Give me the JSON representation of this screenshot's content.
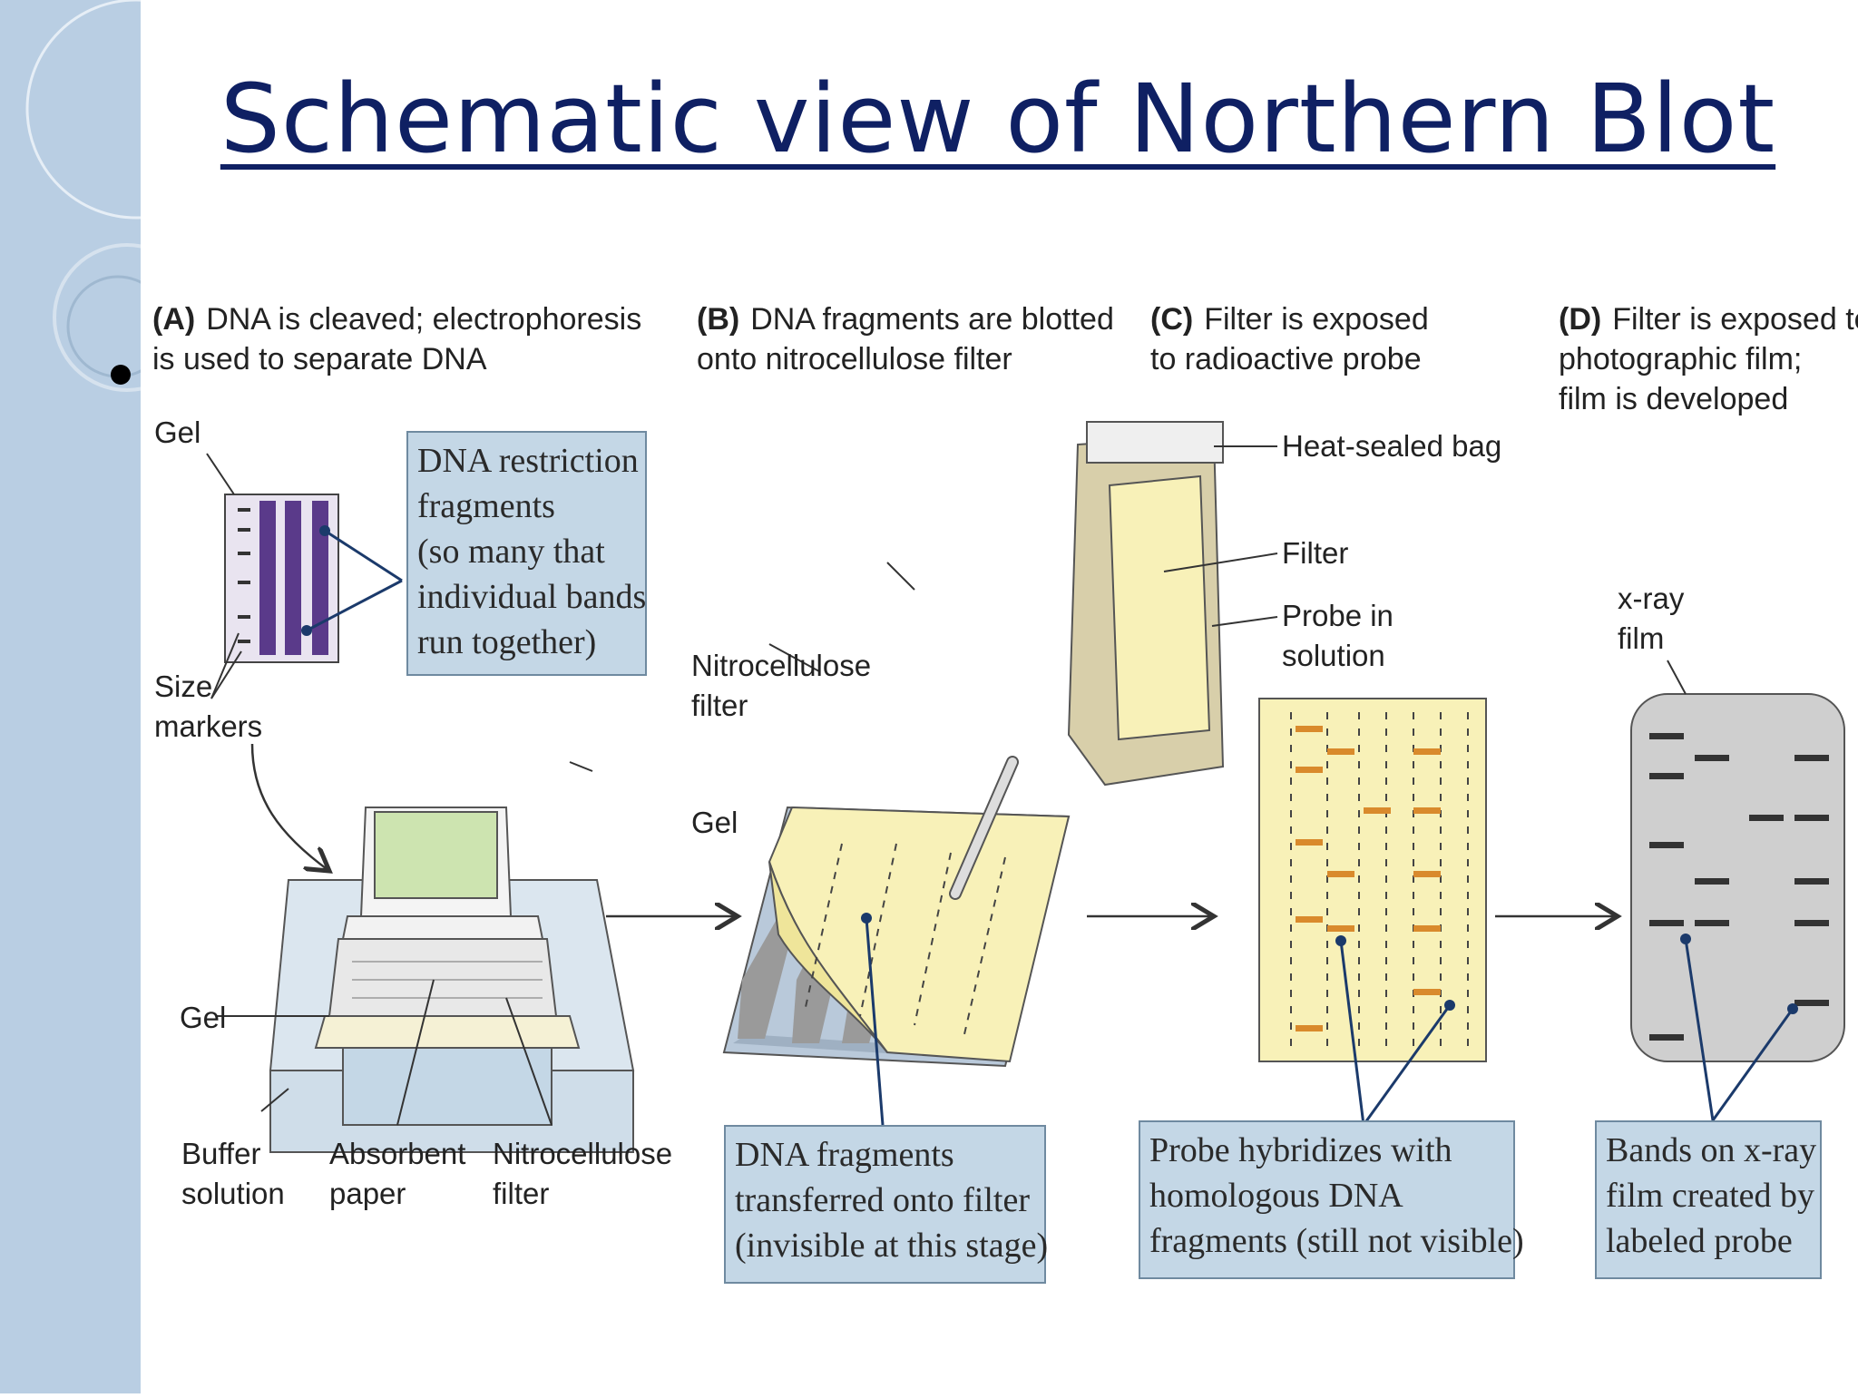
{
  "slide": {
    "title": "Schematic view of Northern Blot"
  },
  "steps": [
    {
      "letter": "(A)",
      "text": "DNA is cleaved; electrophoresis\nis used to separate DNA"
    },
    {
      "letter": "(B)",
      "text": "DNA fragments are blotted\nonto nitrocellulose filter"
    },
    {
      "letter": "(C)",
      "text": "Filter is exposed\nto radioactive probe"
    },
    {
      "letter": "(D)",
      "text": "Filter is exposed to\nphotographic film;\nfilm is developed"
    }
  ],
  "labels": {
    "gel_top": "Gel",
    "size_markers": "Size\nmarkers",
    "gel_stack": "Gel",
    "buffer": "Buffer\nsolution",
    "absorbent": "Absorbent\npaper",
    "nitro_stack": "Nitrocellulose\nfilter",
    "nitro_b": "Nitrocellulose\nfilter",
    "gel_b": "Gel",
    "heat_bag": "Heat-sealed bag",
    "filter_c": "Filter",
    "probe": "Probe in\nsolution",
    "xray": "x-ray\nfilm"
  },
  "callouts": {
    "restriction": "DNA restriction\nfragments\n(so many that\nindividual bands\nrun together)",
    "transferred": "DNA fragments\ntransferred onto filter\n(invisible at this stage)",
    "hybridizes": "Probe hybridizes with\nhomologous DNA\nfragments (still not visible)",
    "bands": "Bands on x-ray\nfilm created by\nlabeled probe"
  },
  "colors": {
    "title": "#0f2063",
    "side_bar": "#b9cee3",
    "callout_bg": "#c4d7e6",
    "filter_yellow": "#f8f1b8",
    "band_orange": "#d98a2c",
    "gel_lane": "#5a3a8a",
    "film_gray": "#cfcfcf"
  }
}
